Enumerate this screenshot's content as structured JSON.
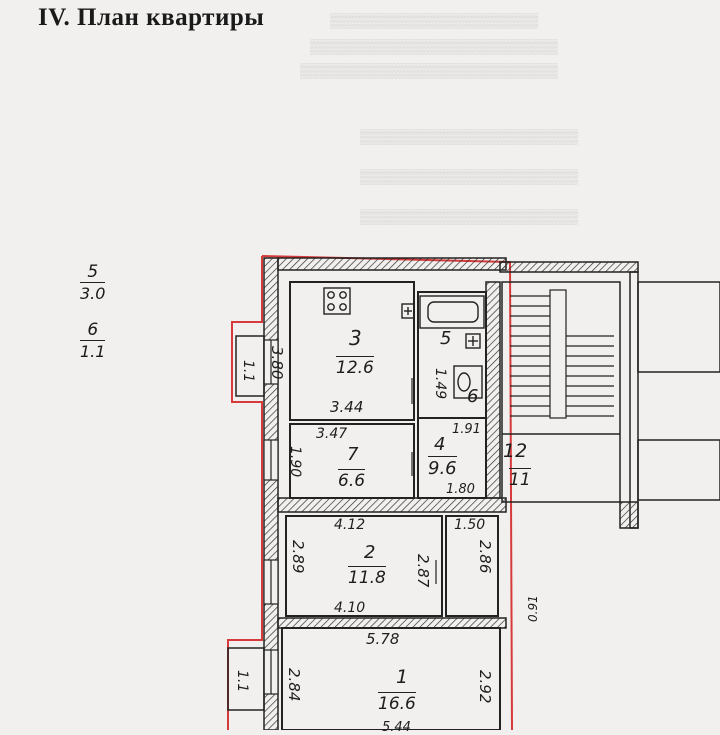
{
  "page_title": "IV. План квартиры",
  "legend": [
    {
      "room": "5",
      "area": "3.0"
    },
    {
      "room": "6",
      "area": "1.1"
    }
  ],
  "rooms": [
    {
      "id": "3",
      "number": "3",
      "area": "12.6"
    },
    {
      "id": "7",
      "number": "7",
      "area": "6.6"
    },
    {
      "id": "4",
      "number": "4",
      "area": "9.6"
    },
    {
      "id": "5",
      "number": "5"
    },
    {
      "id": "6",
      "number": "6"
    },
    {
      "id": "12",
      "number": "12",
      "area": "11"
    },
    {
      "id": "2",
      "number": "2",
      "area": "11.8"
    },
    {
      "id": "1",
      "number": "1",
      "area": "16.6"
    }
  ],
  "dimensions": {
    "room3_height": "3.80",
    "room3_width": "3.44",
    "room7_width": "3.47",
    "room7_height": "1.90",
    "room5_height": "1.49",
    "room6_width": "1.91",
    "room4_width": "1.80",
    "room2_top": "4.12",
    "room2_bottom": "4.10",
    "room2_left": "2.89",
    "room2_right": "2.87",
    "closet_top": "1.50",
    "closet_height": "2.86",
    "room1_top": "5.78",
    "room1_left": "2.84",
    "room1_right": "2.92",
    "balcony_upper": "1.1",
    "balcony_lower": "1.1",
    "wall_note": "0.91",
    "room1_bottom_partial": "5.44"
  }
}
